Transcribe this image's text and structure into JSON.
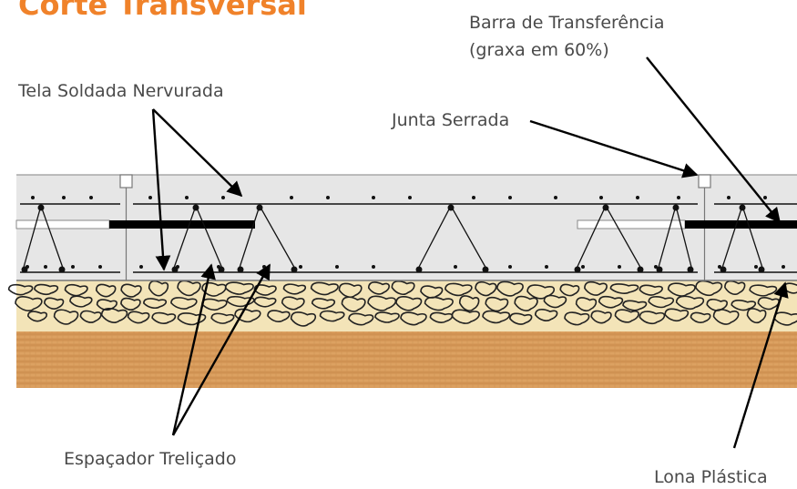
{
  "title": "Corte Transversal",
  "labels": {
    "tela": "Tela Soldada Nervurada",
    "junta": "Junta Serrada",
    "barra_line1": "Barra de Transferência",
    "barra_line2": "(graxa em 60%)",
    "espacador": "Espaçador Treliçado",
    "lona": "Lona Plástica"
  },
  "colors": {
    "title": "#f0822a",
    "text": "#4a4a4a",
    "concrete": "#e6e6e6",
    "gravel": "#f3e4b8",
    "soil": "#d79a5a",
    "steel": "#000000"
  }
}
